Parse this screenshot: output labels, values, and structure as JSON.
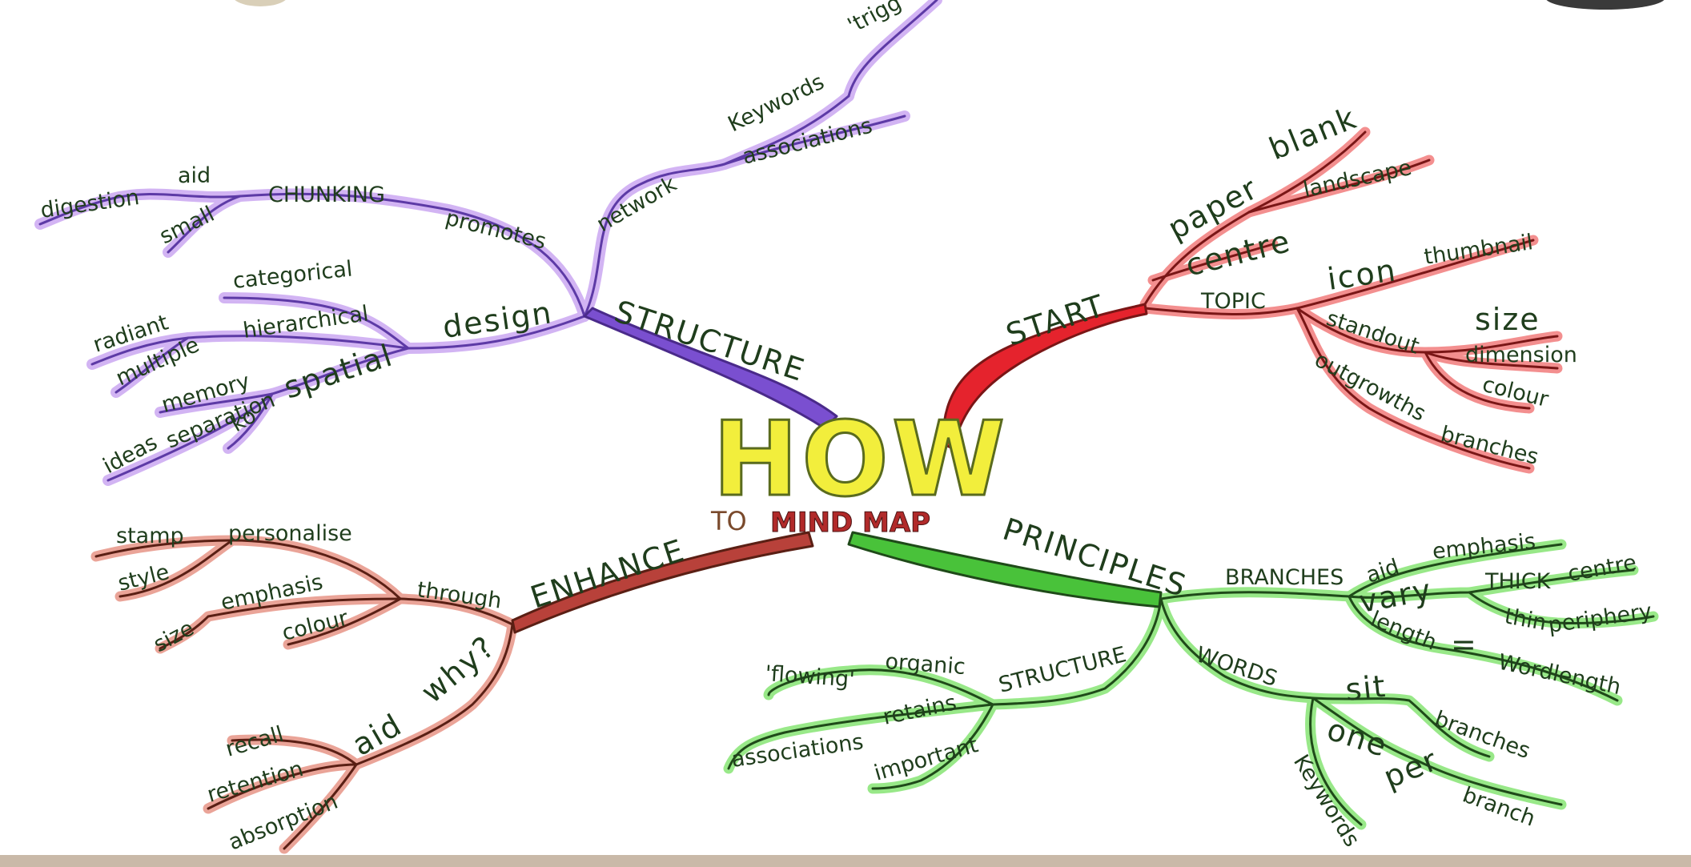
{
  "center": {
    "how": "HOW",
    "to": "TO",
    "mind_map": "MIND MAP"
  },
  "colors": {
    "structure": "#7a4fd0",
    "start": "#d6223a",
    "enhance": "#c0503e",
    "principles": "#4fc63a",
    "ink": "#1f3d1c"
  },
  "branches": {
    "structure": {
      "label": "STRUCTURE",
      "network": "network",
      "keywords": "Keywords",
      "triggers": "'trigg",
      "associations": "associations",
      "promotes": "promotes",
      "chunking": "CHUNKING",
      "aid": "aid",
      "digestion": "digestion",
      "small": "small",
      "design": "design",
      "categorical": "categorical",
      "hierarchical": "hierarchical",
      "radiant": "radiant",
      "multiple": "multiple",
      "spatial": "spatial",
      "memory": "memory",
      "separation": "separation",
      "ideas": "ideas",
      "ko": "ko"
    },
    "start": {
      "label": "START",
      "paper": "paper",
      "blank": "blank",
      "landscape": "landscape",
      "centre": "centre",
      "topic": "TOPIC",
      "icon": "icon",
      "thumbnail": "thumbnail",
      "standout": "standout",
      "size": "size",
      "dimension": "dimension",
      "colour": "colour",
      "outgrowths": "outgrowths",
      "branches": "branches"
    },
    "enhance": {
      "label": "ENHANCE",
      "through": "through",
      "personalise": "personalise",
      "stamp": "stamp",
      "style": "style",
      "emphasis": "emphasis",
      "size": "size",
      "colour": "colour",
      "why": "why?",
      "aid": "aid",
      "recall": "recall",
      "retention": "retention",
      "absorption": "absorption"
    },
    "principles": {
      "label": "PRINCIPLES",
      "branches": "BRANCHES",
      "aid": "aid",
      "emphasis": "emphasis",
      "vary": "vary",
      "thick": "THICK",
      "centre": "centre",
      "thin": "thin",
      "periphery": "periphery",
      "length": "length",
      "equals": "=",
      "wordlength": "Wordlength",
      "structure": "STRUCTURE",
      "organic": "organic",
      "flowing": "'flowing'",
      "retains": "retains",
      "associations": "associations",
      "important": "important",
      "words": "WORDS",
      "sit": "sit",
      "on_branches": "branches",
      "one": "one",
      "per": "per",
      "branch": "branch",
      "keywords": "Keywords"
    }
  }
}
